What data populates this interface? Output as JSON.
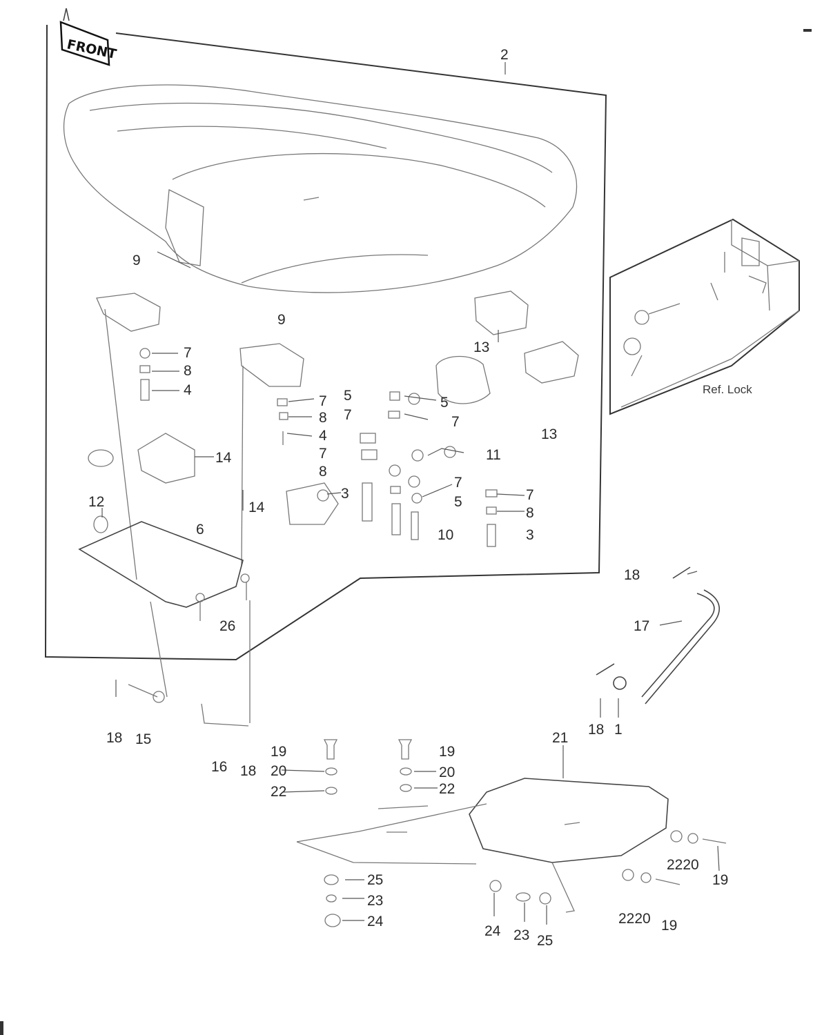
{
  "front_badge": "FRONT",
  "ref_note": "Ref. Lock",
  "callouts": {
    "c2": "2",
    "c9a": "9",
    "c9b": "9",
    "c7a": "7",
    "c8a": "8",
    "c4a": "4",
    "c7b": "7",
    "c8b": "8",
    "c4b": "4",
    "c7c": "7",
    "c8c": "8",
    "c5a": "5",
    "c7d": "7",
    "c5b": "5",
    "c7e": "7",
    "c11": "11",
    "c13a": "13",
    "c13b": "13",
    "c14a": "14",
    "c14b": "14",
    "c3a": "3",
    "c12": "12",
    "c6": "6",
    "c7f": "7",
    "c5c": "5",
    "c7g": "7",
    "c8d": "8",
    "c10": "10",
    "c3b": "3",
    "c26": "26",
    "c18a": "18",
    "c17": "17",
    "c18b": "18",
    "c1": "1",
    "c18c": "18",
    "c15": "15",
    "c16": "16",
    "c18d": "18",
    "c19a": "19",
    "c20a": "20",
    "c22a": "22",
    "c19b": "19",
    "c20b": "20",
    "c22b": "22",
    "c21": "21",
    "c2220a": "2220",
    "c19c": "19",
    "c2220b": "2220",
    "c19d": "19",
    "c25a": "25",
    "c23a": "23",
    "c24a": "24",
    "c24b": "24",
    "c23b": "23",
    "c25b": "25"
  }
}
